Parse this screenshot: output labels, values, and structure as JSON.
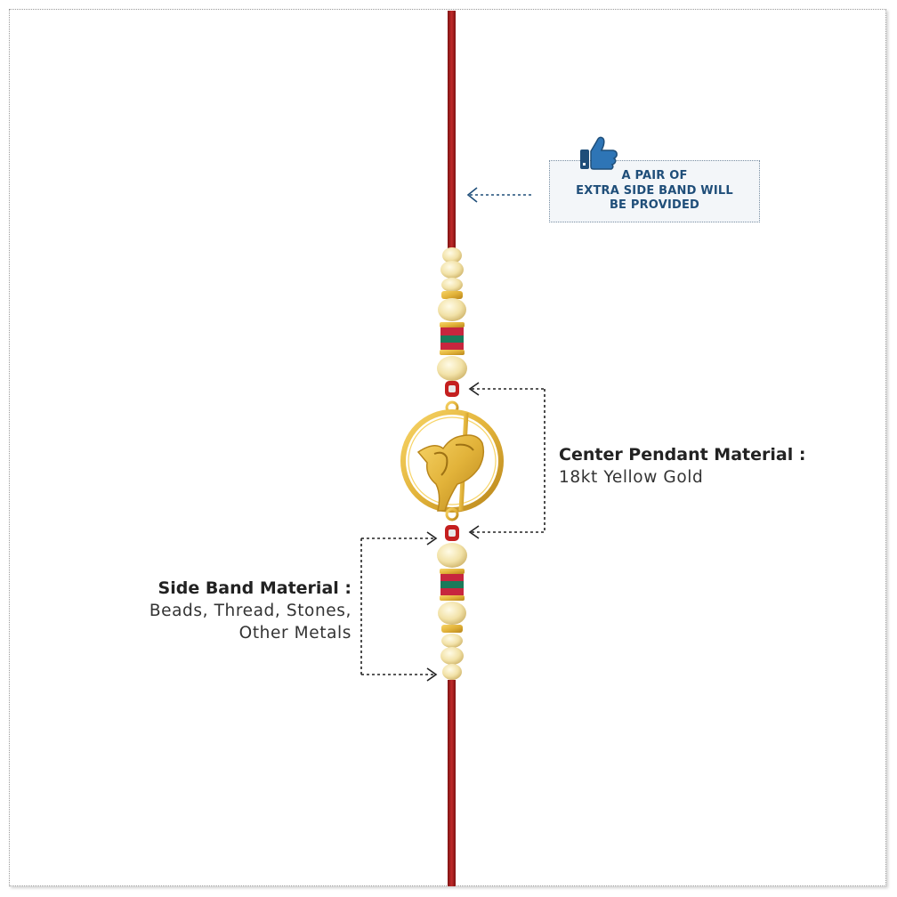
{
  "callout": {
    "lines": [
      "A PAIR OF",
      "EXTRA SIDE BAND WILL",
      "BE PROVIDED"
    ],
    "icon": "thumbs-up-icon"
  },
  "pendant": {
    "title": "Center Pendant Material :",
    "value": "18kt Yellow Gold"
  },
  "side_band": {
    "title": "Side Band Material :",
    "lines": [
      "Beads, Thread, Stones,",
      "Other Metals"
    ]
  },
  "colors": {
    "thread": "#a61f1f",
    "gold": "#e2b33a",
    "bead": "#f2e2a8",
    "callout_text": "#1f4e79",
    "arrow": "#1f4e79"
  }
}
